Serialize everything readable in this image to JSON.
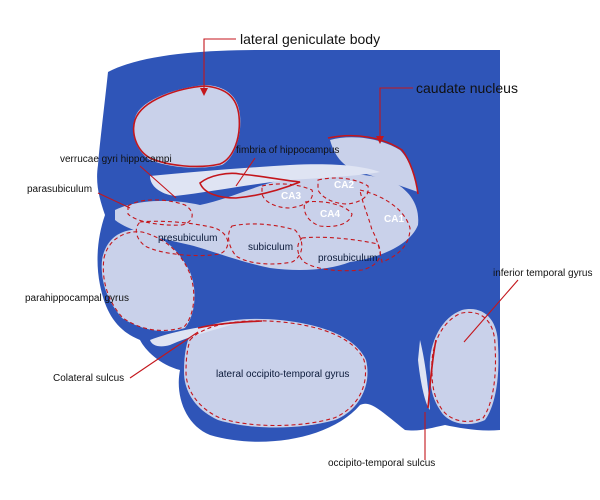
{
  "colors": {
    "background": "#ffffff",
    "white_matter": "#2f55b8",
    "grey_matter": "#c9d1ea",
    "pale_tissue": "#dfe4f3",
    "annotation": "#c4161c"
  },
  "labels": {
    "lateral_geniculate_body": "lateral geniculate body",
    "caudate_nucleus": "caudate nucleus",
    "fimbria_of_hippocampus": "fimbria of hippocampus",
    "verrucae_gyri_hippocampi": "verrucae gyri hippocampi",
    "parasubiculum": "parasubiculum",
    "parahippocampal_gyrus": "parahippocampal gyrus",
    "inferior_temporal_gyrus": "inferior temporal gyrus",
    "collateral_sulcus": "Colateral sulcus",
    "lateral_occipito_temporal_gyrus": "lateral occipito-temporal gyrus",
    "occipito_temporal_sulcus": "occipito-temporal sulcus",
    "presubiculum": "presubiculum",
    "subiculum": "subiculum",
    "prosubiculum": "prosubiculum",
    "ca1": "CA1",
    "ca2": "CA2",
    "ca3": "CA3",
    "ca4": "CA4"
  }
}
